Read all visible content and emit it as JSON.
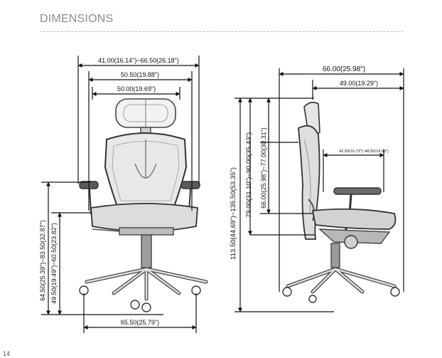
{
  "section_title": "DIMENSIONS",
  "page_number": "14",
  "front_view": {
    "armrest_width_range": "41.00(16.14\")~66.50(26.18\")",
    "seat_back_width": "50.50(19.88\")",
    "headrest_width": "50.00(19.69\")",
    "armrest_height_range": "64.50(25.39\")~83.50(32.87\")",
    "seat_height_range": "49.50(19.49\")~60.50(23.82\")",
    "base_width": "65.50(25.79\")"
  },
  "side_view": {
    "overall_depth": "66.00(25.98\")",
    "seat_depth": "49.00(19.29\")",
    "seat_depth_adjust": "42.50(16.73\")~48.50(19.09\")",
    "overall_height_range": "113.50(44.69\")~135.50(53.35\")",
    "back_height_range": "79.00(31.10\")~90.00(35.43\")",
    "backrest_height_range": "66.00(25.98\")~77.00(30.31\")"
  }
}
